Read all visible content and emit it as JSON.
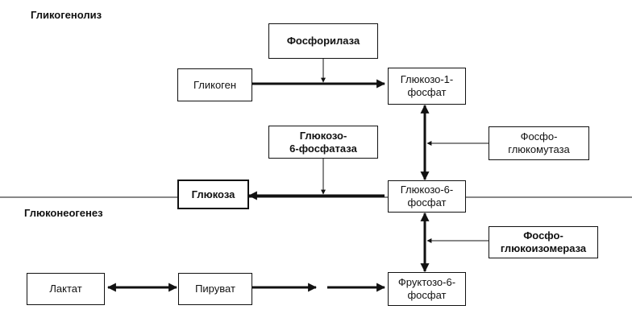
{
  "sections": {
    "top": "Гликогенолиз",
    "bottom": "Глюконеогенез"
  },
  "nodes": {
    "phosphorylase": "Фосфорилаза",
    "glycogen": "Гликоген",
    "g1p": "Глюкозо-1-\nфосфат",
    "g6pase": "Глюкозо-\n6-фосфатаза",
    "phosphoglucomutase": "Фосфо-\nглюкомутаза",
    "glucose": "Глюкоза",
    "g6p": "Глюкозо-6-\nфосфат",
    "phosphoglucoisomerase": "Фосфо-\nглюкоизомераза",
    "lactate": "Лактат",
    "pyruvate": "Пируват",
    "f6p": "Фруктозо-6-\nфосфат"
  }
}
